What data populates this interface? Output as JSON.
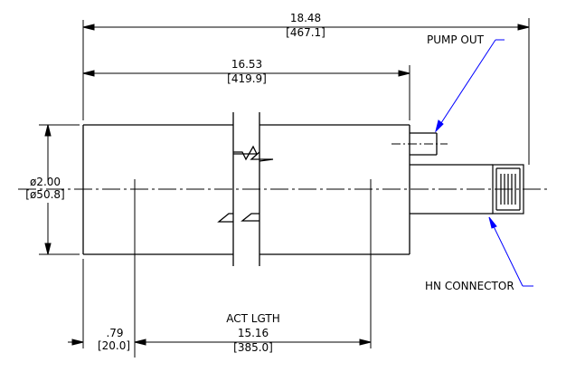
{
  "colors": {
    "ink": "#000000",
    "leader": "#0000ff",
    "background": "#ffffff"
  },
  "dimensions": {
    "overall_length": "18.48",
    "overall_length_mm": "[467.1]",
    "body_length": "16.53",
    "body_length_mm": "[419.9]",
    "diameter": "ø2.00",
    "diameter_mm": "[ø50.8]",
    "offset": ".79",
    "offset_mm": "[20.0]",
    "active_label": "ACT LGTH",
    "active_length": "15.16",
    "active_length_mm": "[385.0]"
  },
  "callouts": {
    "pump_out": "PUMP OUT",
    "hn_connector": "HN CONNECTOR"
  }
}
